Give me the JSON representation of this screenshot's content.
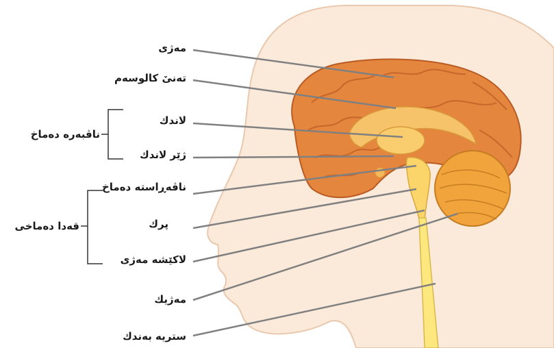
{
  "labels": {
    "brain": "مەژی",
    "corpus_callosum": "تەنیٚ کالوسەم",
    "thalamus": "لاندك",
    "hypothalamus": "ژێر لاندك",
    "midbrain": "ناڤەڕاستە دەماخ",
    "pons": "پرك",
    "medulla": "لاکێشە مەژی",
    "cerebellum": "مەژیك",
    "spinal_cord": "ستریە بەندك"
  },
  "groups": {
    "diencephalon": "ناڤبەرە دەماخ",
    "brainstem": "قەدا دەماخی"
  },
  "colors": {
    "skin": "#fbe9da",
    "skin_outline": "#e9c8ad",
    "cerebrum": "#e5863e",
    "cerebrum_fold": "#c8652a",
    "cerebellum": "#f2a43c",
    "brainstem": "#fcd56a",
    "spinal": "#fde77f",
    "leader": "#808080"
  }
}
